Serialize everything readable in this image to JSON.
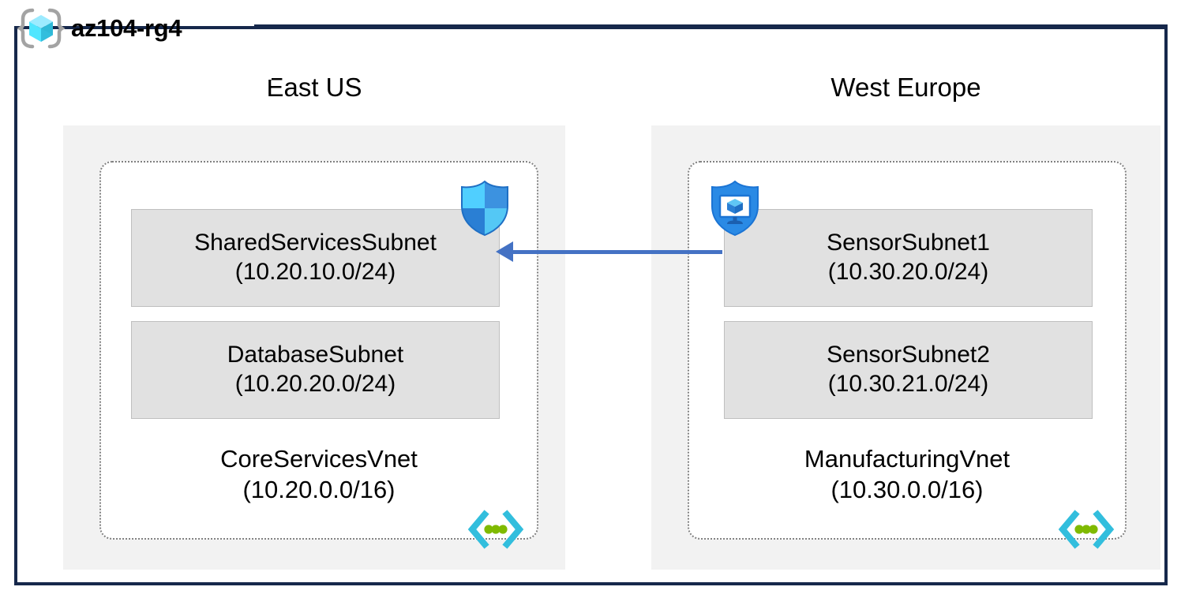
{
  "resource_group": {
    "name": "az104-rg4",
    "icon": "resource-group-cube-icon",
    "frame_color": "#16284B"
  },
  "colors": {
    "frame": "#16284B",
    "region_panel": "#F2F2F2",
    "vnet_border": "#808080",
    "subnet_fill": "#E1E1E1",
    "subnet_border": "#BFBFBF",
    "arrow": "#4472C4",
    "rg_cube_light": "#9CEBFF",
    "rg_cube_mid": "#50E6FF",
    "rg_cube_dark": "#32BEDD",
    "bracket_gray": "#A0A0A0",
    "vnet_icon_bracket": "#32BEDD",
    "vnet_icon_dot": "#7FBA00",
    "shield_light": "#50CFFF",
    "shield_mid": "#2E8FE0",
    "shield_dark": "#1B74D4",
    "asg_shield": "#2A8AE5"
  },
  "regions": [
    {
      "label": "East US",
      "vnet": {
        "name": "CoreServicesVnet",
        "cidr": "(10.20.0.0/16)",
        "icon": "vnet-icon",
        "subnets": [
          {
            "name": "SharedServicesSubnet",
            "cidr": "(10.20.10.0/24)",
            "badge_icon": "network-security-group-shield-icon"
          },
          {
            "name": "DatabaseSubnet",
            "cidr": "(10.20.20.0/24)",
            "badge_icon": null
          }
        ]
      }
    },
    {
      "label": "West Europe",
      "vnet": {
        "name": "ManufacturingVnet",
        "cidr": "(10.30.0.0/16)",
        "icon": "vnet-icon",
        "subnets": [
          {
            "name": "SensorSubnet1",
            "cidr": "(10.30.20.0/24)",
            "badge_icon": "application-security-group-shield-icon"
          },
          {
            "name": "SensorSubnet2",
            "cidr": "(10.30.21.0/24)",
            "badge_icon": null
          }
        ]
      }
    }
  ],
  "connection": {
    "type": "vnet-peering-arrow",
    "direction": "right-to-left",
    "from": "SensorSubnet1",
    "to": "SharedServicesSubnet",
    "color": "#4472C4"
  }
}
